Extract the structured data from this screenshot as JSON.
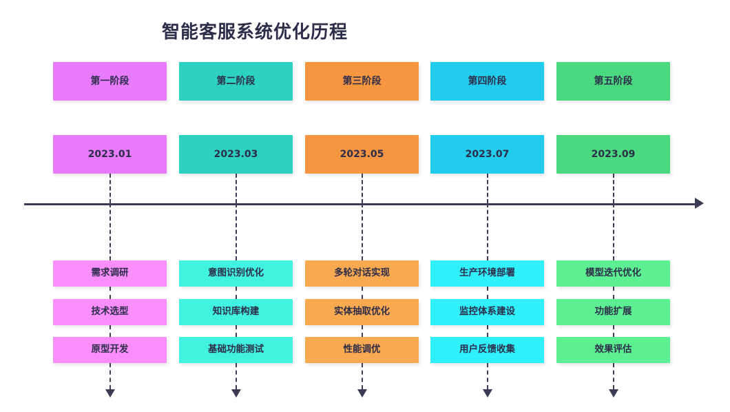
{
  "title": "智能客服系统优化历程",
  "colors": {
    "text": "#2d2d4a",
    "line": "#3b3b55",
    "background": "#ffffff"
  },
  "axis": {
    "direction": "left-to-right",
    "arrow_icon": "arrow-right-icon"
  },
  "phases": [
    {
      "header": "第一阶段",
      "date": "2023.01",
      "header_color": "#e87afc",
      "task_color": "#fa8ffc",
      "tasks": [
        "需求调研",
        "技术选型",
        "原型开发"
      ]
    },
    {
      "header": "第二阶段",
      "date": "2023.03",
      "header_color": "#2dd1c1",
      "task_color": "#42f2e0",
      "tasks": [
        "意图识别优化",
        "知识库构建",
        "基础功能测试"
      ]
    },
    {
      "header": "第三阶段",
      "date": "2023.05",
      "header_color": "#f79640",
      "task_color": "#f9a94f",
      "tasks": [
        "多轮对话实现",
        "实体抽取优化",
        "性能调优"
      ]
    },
    {
      "header": "第四阶段",
      "date": "2023.07",
      "header_color": "#22ccee",
      "task_color": "#2ff0fb",
      "tasks": [
        "生产环境部署",
        "监控体系建设",
        "用户反馈收集"
      ]
    },
    {
      "header": "第五阶段",
      "date": "2023.09",
      "header_color": "#4bd97f",
      "task_color": "#5cf093",
      "tasks": [
        "模型迭代优化",
        "功能扩展",
        "效果评估"
      ]
    }
  ]
}
